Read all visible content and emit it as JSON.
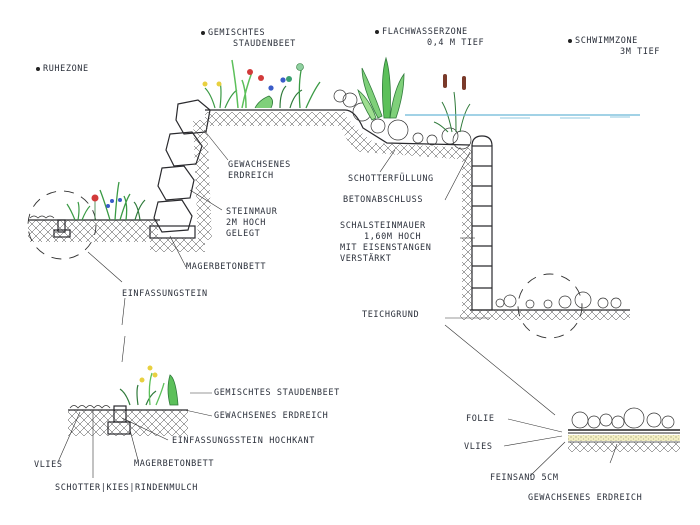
{
  "diagram": {
    "type": "hand-drawn garden pond cross-section",
    "zones": [
      {
        "label": "Ruhezone"
      },
      {
        "label_line1": "Gemischtes",
        "label_line2": "Staudenbeet"
      },
      {
        "label_line1": "Flachwasserzone",
        "label_line2": "0,4 m tief"
      },
      {
        "label_line1": "Schwimmzone",
        "label_line2": "3m tief"
      }
    ],
    "main_labels": {
      "gewachsenes_erdreich_1": "Gewachsenes",
      "gewachsenes_erdreich_2": "Erdreich",
      "steinmauer_1": "Steinmaur",
      "steinmauer_2": "2m hoch",
      "steinmauer_3": "gelegt",
      "magerbetonbett": "Magerbetonbett",
      "einfassungsstein": "Einfassungstein",
      "schotterfuellung": "Schotterfüllung",
      "betonabschluss": "Betonabschluss",
      "schalsteinmauer_1": "Schalsteinmauer",
      "schalsteinmauer_2": "1,60m hoch",
      "schalsteinmauer_3": "mit Eisenstangen",
      "schalsteinmauer_4": "verstärkt",
      "teichgrund": "Teichgrund"
    },
    "detail_left": {
      "staudenbeet": "Gemischtes Staudenbeet",
      "erdreich": "Gewachsenes Erdreich",
      "einfassungsstein": "Einfassungsstein hochkant",
      "magerbetonbett": "Magerbetonbett",
      "vlies": "Vlies",
      "schotter": "Schotter|Kies|Rindenmulch"
    },
    "detail_right": {
      "folie": "Folie",
      "vlies": "Vlies",
      "feinsand": "Feinsand 5cm",
      "erdreich": "Gewachsenes Erdreich"
    },
    "colors": {
      "ink": "#2a2a2e",
      "leaf": "#5cc05a",
      "leaf_dark": "#2f7a3a",
      "water": "#6bb8d6",
      "flower_red": "#d23a3a",
      "flower_blue": "#3a5cc8",
      "flower_yellow": "#e8d040",
      "cattail": "#7a3a2a",
      "concrete_fill": "#b8c4e0",
      "sand": "#f2eec0"
    }
  }
}
